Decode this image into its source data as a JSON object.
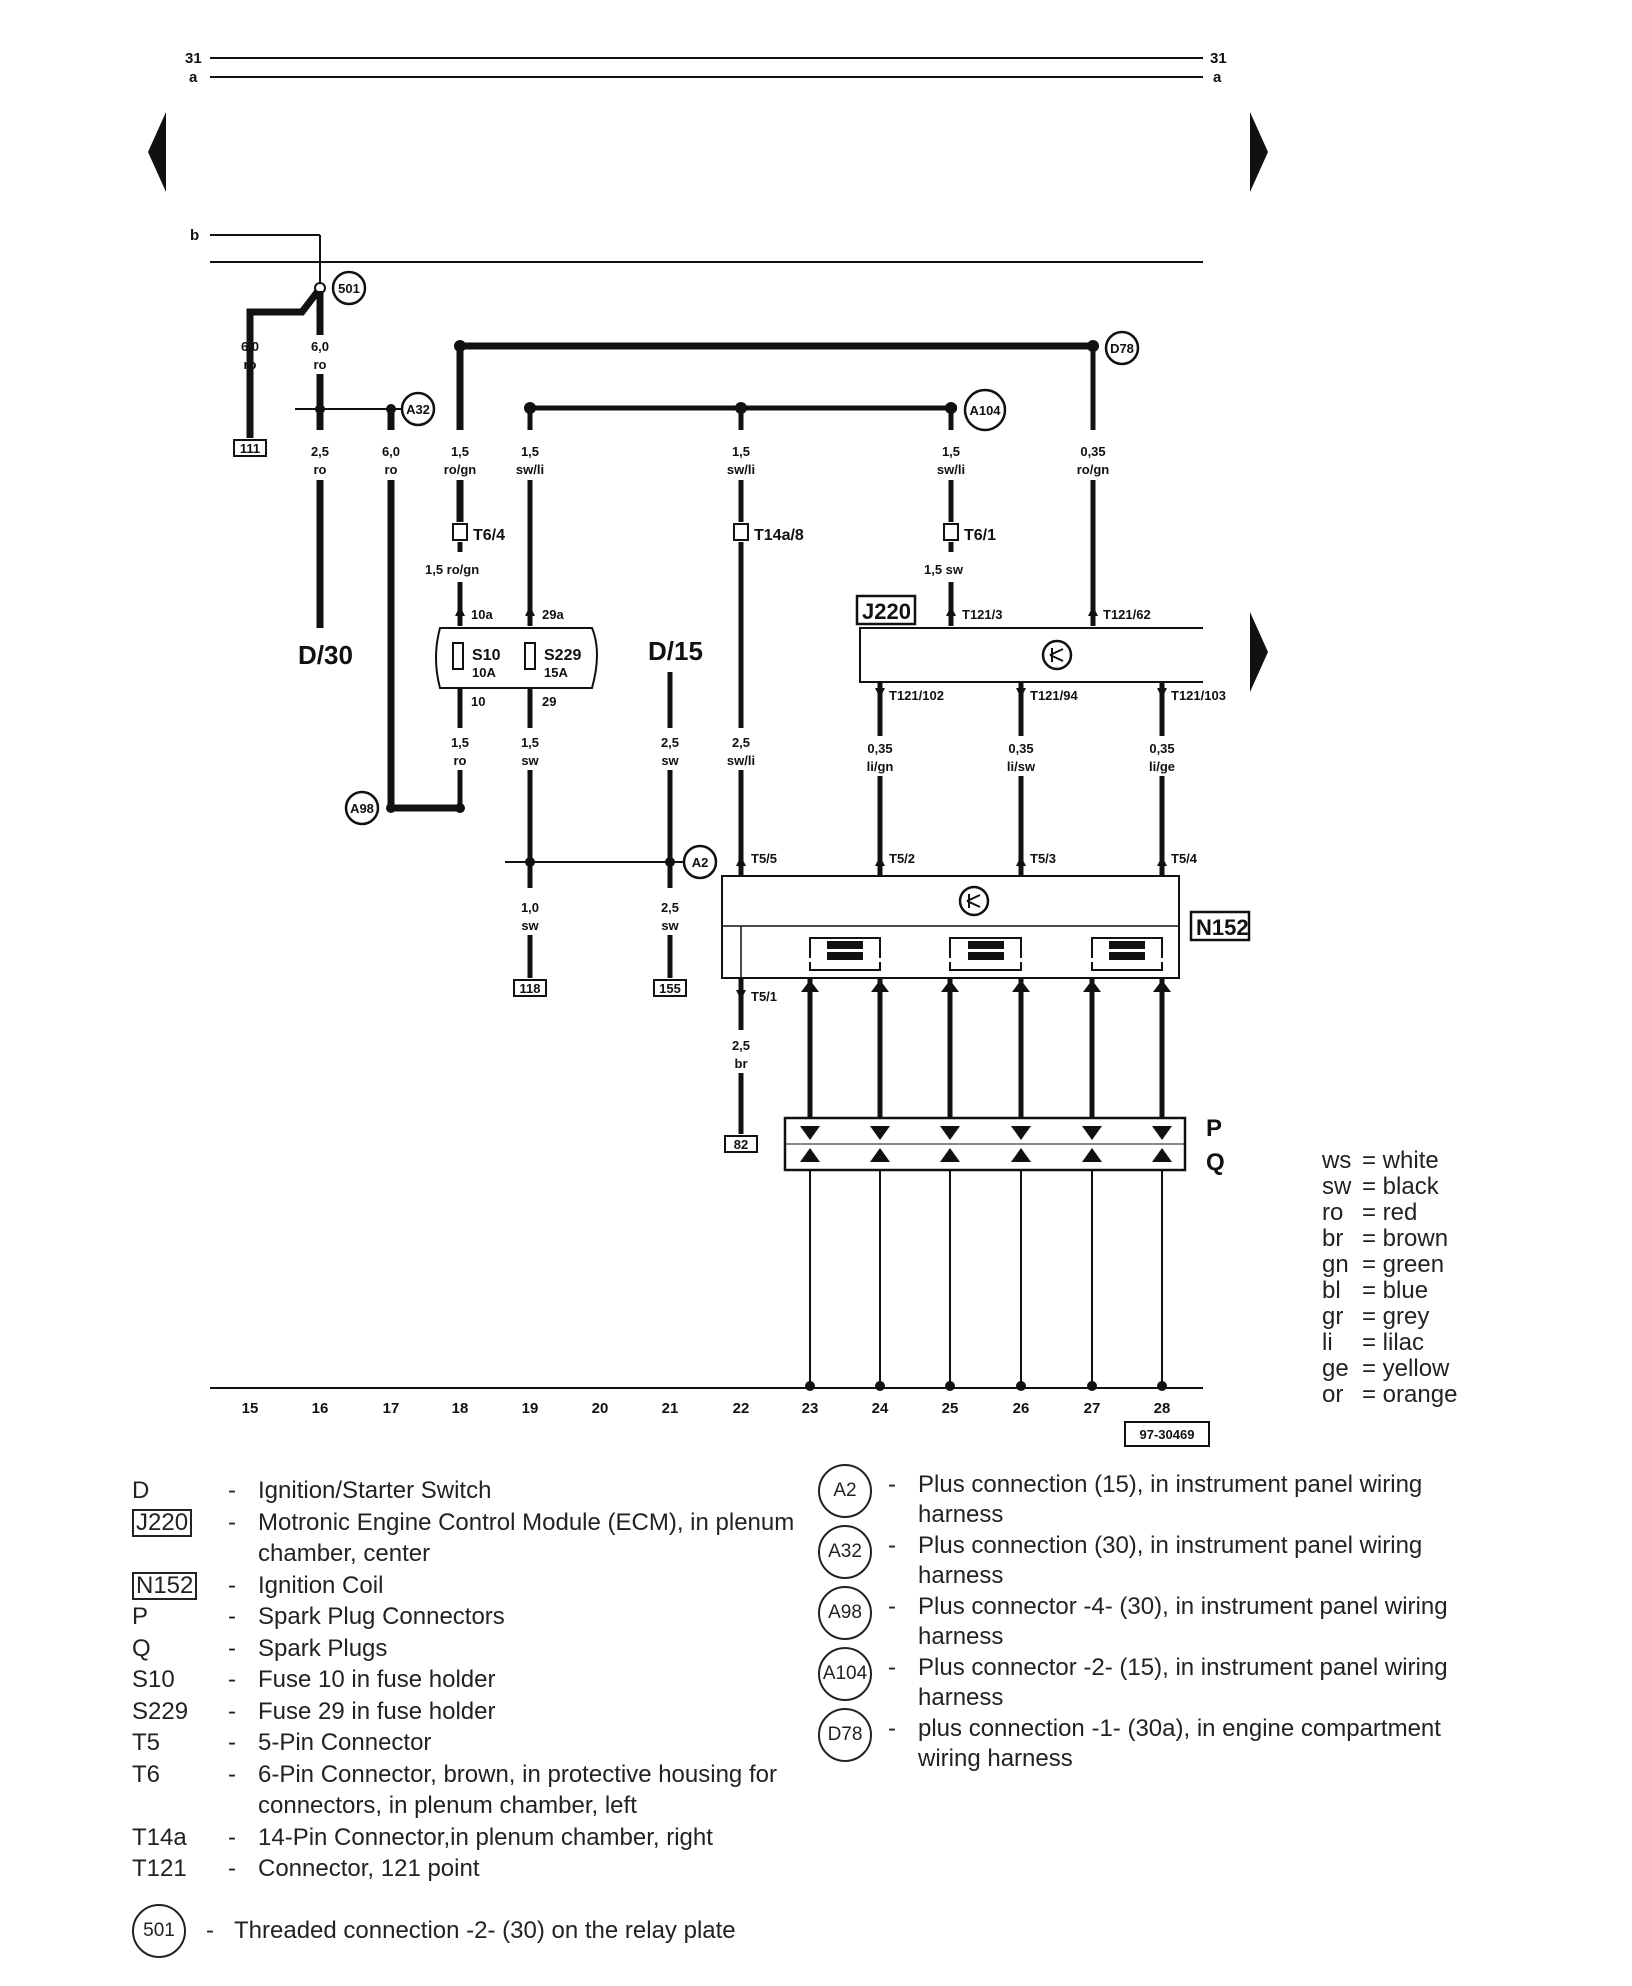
{
  "top_rails": {
    "rail1": "31",
    "rail2": "a",
    "rail3": "b"
  },
  "ground_points": [
    "501",
    "A32",
    "D78",
    "A104",
    "A98",
    "A2"
  ],
  "components": {
    "switch_d30": "D/30",
    "switch_d15": "D/15",
    "ecm": "J220",
    "coil": "N152",
    "fuse_s10": {
      "name": "S10",
      "rating": "10A",
      "in": "10a",
      "out": "10"
    },
    "fuse_s229": {
      "name": "S229",
      "rating": "15A",
      "in": "29a",
      "out": "29"
    },
    "p": "P",
    "q": "Q"
  },
  "wires": {
    "w111": {
      "size": "6,0",
      "color": "ro"
    },
    "w16a": {
      "size": "6,0",
      "color": "ro"
    },
    "w16b": {
      "size": "2,5",
      "color": "ro"
    },
    "w17": {
      "size": "6,0",
      "color": "ro"
    },
    "w18a": {
      "size": "1,5",
      "color": "ro/gn"
    },
    "w18b": "1,5 ro/gn",
    "w18c": {
      "size": "1,5",
      "color": "ro"
    },
    "w19a": {
      "size": "1,5",
      "color": "sw/li"
    },
    "w19b": {
      "size": "1,5",
      "color": "sw"
    },
    "w19c": {
      "size": "1,0",
      "color": "sw"
    },
    "w21a": {
      "size": "2,5",
      "color": "sw"
    },
    "w21b": {
      "size": "2,5",
      "color": "sw"
    },
    "w22a": {
      "size": "1,5",
      "color": "sw/li"
    },
    "w22b": {
      "size": "2,5",
      "color": "sw/li"
    },
    "w22c": {
      "size": "2,5",
      "color": "br"
    },
    "w25a": {
      "size": "1,5",
      "color": "sw/li"
    },
    "w25b": "1,5 sw",
    "w27": {
      "size": "0,35",
      "color": "ro/gn"
    },
    "w24": {
      "size": "0,35",
      "color": "li/gn"
    },
    "w26": {
      "size": "0,35",
      "color": "li/sw"
    },
    "w28": {
      "size": "0,35",
      "color": "li/ge"
    }
  },
  "connectors": {
    "t6_4": "T6/4",
    "t14a_8": "T14a/8",
    "t6_1": "T6/1",
    "t121_3": "T121/3",
    "t121_62": "T121/62",
    "t121_102": "T121/102",
    "t121_94": "T121/94",
    "t121_103": "T121/103",
    "t5_5": "T5/5",
    "t5_2": "T5/2",
    "t5_3": "T5/3",
    "t5_4": "T5/4",
    "t5_1": "T5/1"
  },
  "refs": {
    "r111": "111",
    "r118": "118",
    "r155": "155",
    "r82": "82"
  },
  "track_numbers": [
    "15",
    "16",
    "17",
    "18",
    "19",
    "20",
    "21",
    "22",
    "23",
    "24",
    "25",
    "26",
    "27",
    "28"
  ],
  "figure_id": "97-30469",
  "color_legend": [
    {
      "ab": "ws",
      "name": "= white"
    },
    {
      "ab": "sw",
      "name": "= black"
    },
    {
      "ab": "ro",
      "name": "= red"
    },
    {
      "ab": "br",
      "name": "= brown"
    },
    {
      "ab": "gn",
      "name": "= green"
    },
    {
      "ab": "bl",
      "name": "= blue"
    },
    {
      "ab": "gr",
      "name": "= grey"
    },
    {
      "ab": "li",
      "name": "= lilac"
    },
    {
      "ab": "ge",
      "name": "= yellow"
    },
    {
      "ab": "or",
      "name": "= orange"
    }
  ],
  "legend_left": [
    {
      "code": "D",
      "desc": "Ignition/Starter Switch"
    },
    {
      "code": "J220",
      "boxed": true,
      "desc": "Motronic Engine Control Module (ECM), in plenum chamber, center"
    },
    {
      "code": "N152",
      "boxed": true,
      "desc": "Ignition Coil"
    },
    {
      "code": "P",
      "desc": "Spark Plug Connectors"
    },
    {
      "code": "Q",
      "desc": "Spark Plugs"
    },
    {
      "code": "S10",
      "desc": "Fuse 10 in fuse holder"
    },
    {
      "code": "S229",
      "desc": "Fuse 29 in fuse holder"
    },
    {
      "code": "T5",
      "desc": "5-Pin Connector"
    },
    {
      "code": "T6",
      "desc": "6-Pin Connector, brown, in protective housing for connectors, in plenum chamber, left"
    },
    {
      "code": "T14a",
      "desc": "14-Pin Connector,in plenum chamber, right"
    },
    {
      "code": "T121",
      "desc": "Connector, 121 point"
    }
  ],
  "legend_right": [
    {
      "code": "A2",
      "desc": "Plus connection (15), in instrument panel wiring harness"
    },
    {
      "code": "A32",
      "desc": "Plus connection (30), in instrument panel wiring harness"
    },
    {
      "code": "A98",
      "desc": "Plus connector -4- (30), in instrument panel wiring harness"
    },
    {
      "code": "A104",
      "desc": "Plus connector -2- (15), in instrument panel wiring harness"
    },
    {
      "code": "D78",
      "desc": "plus connection -1- (30a), in engine compartment wiring harness"
    }
  ],
  "legend_501": {
    "code": "501",
    "desc": "Threaded connection -2- (30) on the relay plate"
  },
  "dash": "-"
}
